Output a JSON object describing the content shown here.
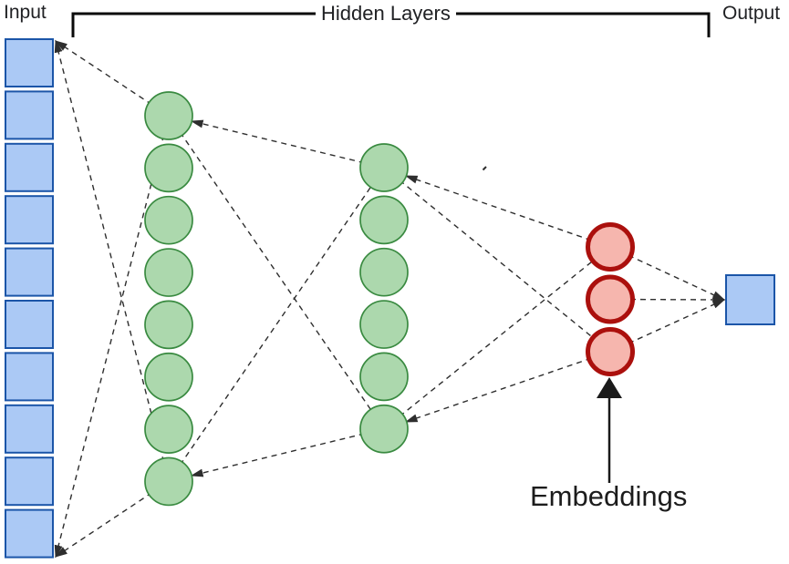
{
  "labels": {
    "input": "Input",
    "hidden_layers": "Hidden Layers",
    "output": "Output",
    "embeddings": "Embeddings"
  },
  "colors": {
    "input_fill": "#abc9f5",
    "input_stroke": "#1b55a8",
    "hidden_fill": "#acd8ad",
    "hidden_stroke": "#398a40",
    "embedding_fill": "#f6b6ae",
    "embedding_stroke": "#ab100d",
    "connector": "#2e2e2e",
    "bracket": "#0a0a0a",
    "annotation_arrow": "#1a1a1a",
    "label_text": "#202124"
  },
  "diagram": {
    "type": "neural-network-autoencoder",
    "layers": [
      {
        "name": "input",
        "shape": "square",
        "count": 10
      },
      {
        "name": "hidden-layer-1",
        "shape": "circle",
        "count": 8
      },
      {
        "name": "hidden-layer-2",
        "shape": "circle",
        "count": 6
      },
      {
        "name": "embeddings",
        "shape": "circle",
        "count": 3
      },
      {
        "name": "output",
        "shape": "square",
        "count": 1
      }
    ],
    "connections": [
      {
        "from": "h1_0",
        "to": "in_top",
        "arrow": true
      },
      {
        "from": "h1_7",
        "to": "in_top",
        "arrow": true
      },
      {
        "from": "h1_0",
        "to": "in_bot",
        "arrow": true
      },
      {
        "from": "h1_7",
        "to": "in_bot",
        "arrow": true
      },
      {
        "from": "h2_0",
        "to": "h1_0_edge",
        "arrow": true
      },
      {
        "from": "h2_5",
        "to": "h1_7_edge",
        "arrow": true
      },
      {
        "from": "h1_0",
        "to": "h2_5",
        "arrow": false
      },
      {
        "from": "h1_7",
        "to": "h2_0",
        "arrow": false
      },
      {
        "from": "e_0",
        "to": "h2_0_edge",
        "arrow": true
      },
      {
        "from": "e_2",
        "to": "h2_5_edge",
        "arrow": true
      },
      {
        "from": "h2_0",
        "to": "e_2",
        "arrow": false
      },
      {
        "from": "h2_5",
        "to": "e_0",
        "arrow": false
      },
      {
        "from": "e_0",
        "to": "out_tip",
        "arrow": true
      },
      {
        "from": "e_1",
        "to": "out_tip",
        "arrow": true
      },
      {
        "from": "e_2",
        "to": "out_tip",
        "arrow": true
      }
    ]
  }
}
